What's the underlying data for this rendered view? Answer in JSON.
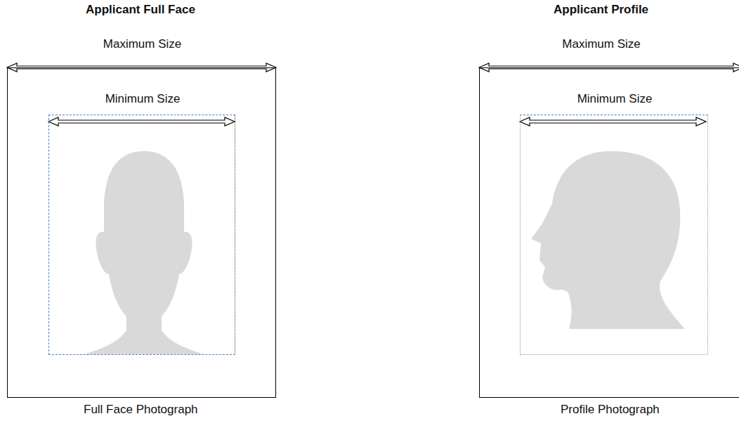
{
  "diagram": {
    "nodes": [
      {
        "text": [
          "Maximum Size"
        ]
      },
      {
        "text": [
          "Minimum Size"
        ],
        "in": 0
      },
      {
        "text": [
          "Maximum Size"
        ]
      },
      {
        "text": [
          "Minimum Size"
        ],
        "in": 2
      }
    ],
    "labels": [
      "Applicant Full Face",
      "Full Face Photograph",
      "Applicant Profile",
      "Profile Photograph"
    ]
  }
}
